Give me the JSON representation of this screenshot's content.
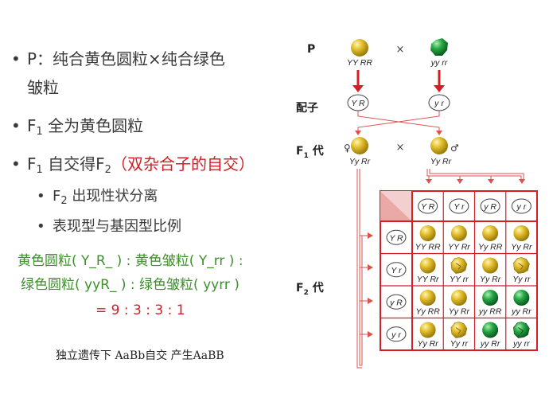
{
  "bullets": {
    "b1_line1": "P：纯合黄色圆粒×纯合绿色",
    "b1_line2": "皱粒",
    "b2_F": "F",
    "b2_sub": "1",
    "b2_text": " 全为黄色圆粒",
    "b3_F": "F",
    "b3_sub": "1",
    "b3_text": " 自交得F",
    "b3_sub2": "2",
    "b3_red": "（双杂合子的自交）",
    "s1_F": "F",
    "s1_sub": "2",
    "s1_text": " 出现性状分离",
    "s2_text": "表现型与基因型比例"
  },
  "ratio": {
    "line1": "黄色圆粒( Y_R_ ) : 黄色皱粒( Y_rr ) :",
    "line2": "绿色圆粒( yyR_ ) : 绿色皱粒( yyrr )",
    "line3": "= 9 : 3 : 3 : 1"
  },
  "note": "独立遗传下   AaBb自交  产生AaBB",
  "diagram": {
    "p_label": "P",
    "gamete_label": "配子",
    "f1_label_F": "F",
    "f1_label_sub": "1",
    "f1_label_text": " 代",
    "f2_label_F": "F",
    "f2_label_sub": "2",
    "f2_label_text": " 代",
    "cross_symbol": "×",
    "female_symbol": "♀",
    "male_symbol": "♂",
    "parent1_genotype": "YY RR",
    "parent2_genotype": "yy rr",
    "gamete1": "Y R",
    "gamete2": "y r",
    "f1_female_genotype": "Yy Rr",
    "f1_male_genotype": "Yy Rr",
    "col_gametes": [
      "Y R",
      "Y r",
      "y R",
      "y r"
    ],
    "row_gametes": [
      "Y R",
      "Y r",
      "y R",
      "y r"
    ],
    "grid": [
      [
        "YY RR",
        "YY Rr",
        "Yy RR",
        "Yy Rr"
      ],
      [
        "YY Rr",
        "YY rr",
        "Yy Rr",
        "Yy rr"
      ],
      [
        "Yy RR",
        "Yy Rr",
        "yy RR",
        "yy Rr"
      ],
      [
        "Yy Rr",
        "Yy rr",
        "yy Rr",
        "yy rr"
      ]
    ],
    "colors": {
      "yellow": "#d6b01e",
      "green": "#1f9a3a",
      "arrow": "#d21f26",
      "line": "#d9534f"
    }
  }
}
